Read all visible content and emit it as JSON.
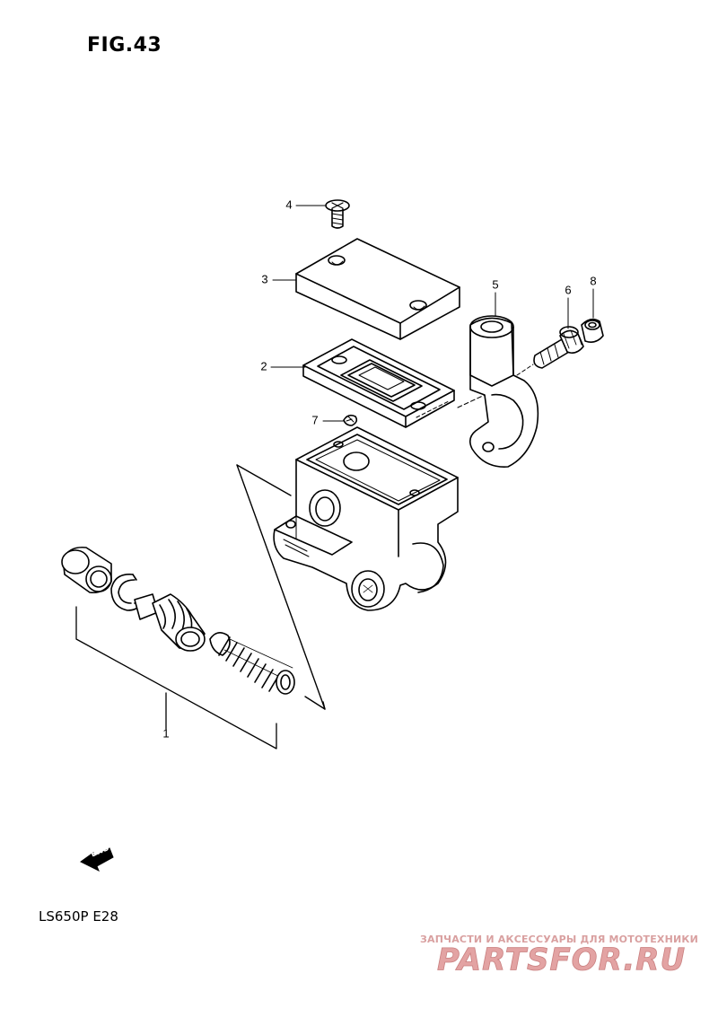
{
  "figure": {
    "title": "FIG.43"
  },
  "model": {
    "label": "LS650P  E28"
  },
  "fwd_badge": {
    "text": "FWD",
    "icon": "fwd-arrow-icon"
  },
  "callouts": [
    {
      "id": "1",
      "part": "piston-kit"
    },
    {
      "id": "2",
      "part": "diaphragm-plate"
    },
    {
      "id": "3",
      "part": "reservoir-cap"
    },
    {
      "id": "4",
      "part": "cap-screw"
    },
    {
      "id": "5",
      "part": "clamp-holder"
    },
    {
      "id": "6",
      "part": "clamp-bolt"
    },
    {
      "id": "7",
      "part": "plug"
    },
    {
      "id": "8",
      "part": "nut"
    }
  ],
  "watermark": {
    "tagline": "ЗАПЧАСТИ И АКСЕССУАРЫ ДЛЯ МОТОТЕХНИКИ",
    "brand": "PARTSFOR.RU",
    "color": "#d98c8c"
  }
}
